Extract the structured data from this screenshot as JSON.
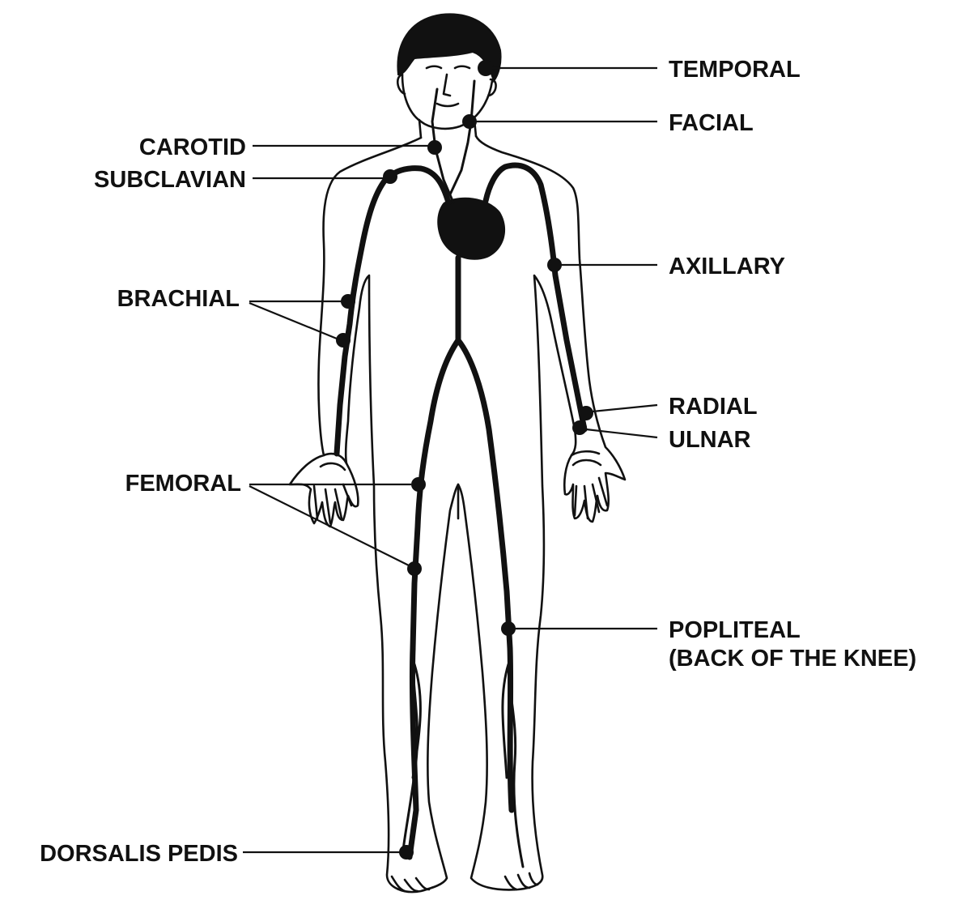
{
  "labels": {
    "temporal": "TEMPORAL",
    "facial": "FACIAL",
    "carotid": "CAROTID",
    "subclavian": "SUBCLAVIAN",
    "axillary": "AXILLARY",
    "brachial": "BRACHIAL",
    "radial": "RADIAL",
    "ulnar": "ULNAR",
    "femoral": "FEMORAL",
    "popliteal_line1": "POPLITEAL",
    "popliteal_line2": "(BACK OF THE KNEE)",
    "dorsalis_pedis": "DORSALIS PEDIS"
  },
  "colors": {
    "ink": "#111111",
    "background": "#ffffff"
  }
}
